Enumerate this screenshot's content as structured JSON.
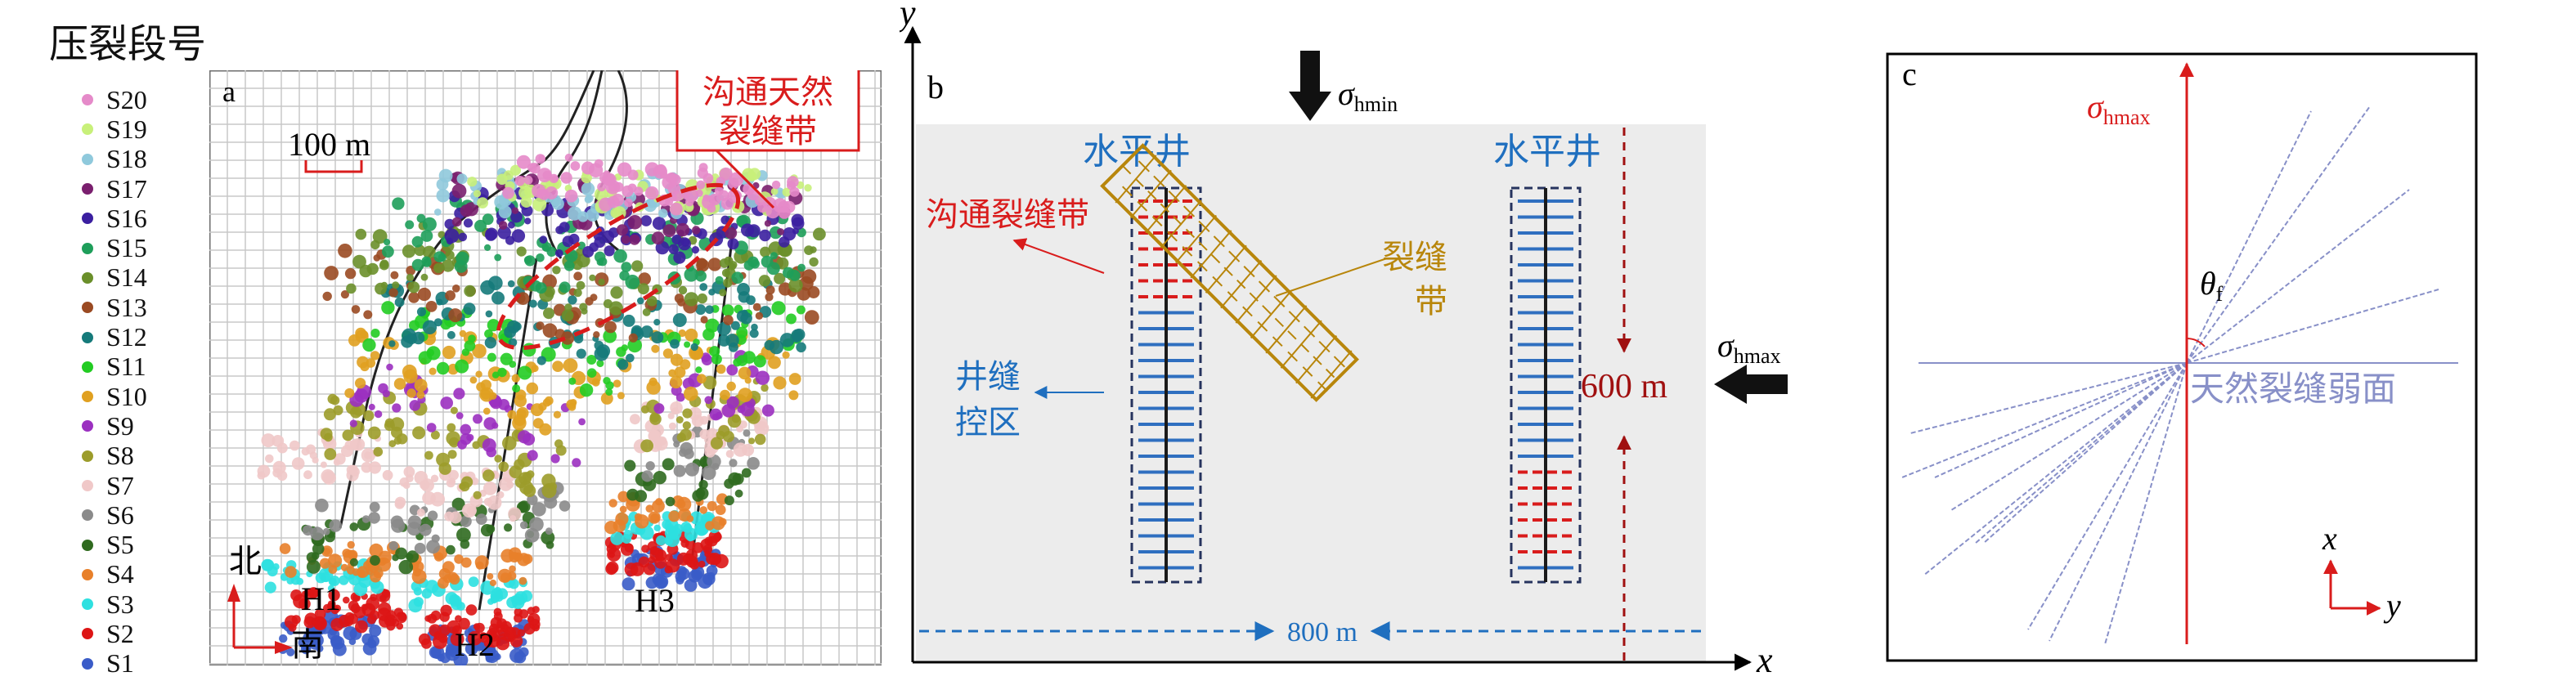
{
  "legend": {
    "title": "压裂段号",
    "items": [
      {
        "label": "S20",
        "color": "#e58ac9"
      },
      {
        "label": "S19",
        "color": "#c8f07a"
      },
      {
        "label": "S18",
        "color": "#8fc9dc"
      },
      {
        "label": "S17",
        "color": "#7a1f6e"
      },
      {
        "label": "S16",
        "color": "#3b1fa0"
      },
      {
        "label": "S15",
        "color": "#1e9e5a"
      },
      {
        "label": "S14",
        "color": "#6a8f2a"
      },
      {
        "label": "S13",
        "color": "#9a4a22"
      },
      {
        "label": "S12",
        "color": "#157a7a"
      },
      {
        "label": "S11",
        "color": "#22cc22"
      },
      {
        "label": "S10",
        "color": "#e0a020"
      },
      {
        "label": "S9",
        "color": "#9b30c0"
      },
      {
        "label": "S8",
        "color": "#9c9c2a"
      },
      {
        "label": "S7",
        "color": "#f0c8c8"
      },
      {
        "label": "S6",
        "color": "#8a8a8a"
      },
      {
        "label": "S5",
        "color": "#2f6a1f"
      },
      {
        "label": "S4",
        "color": "#e8802a"
      },
      {
        "label": "S3",
        "color": "#2ee0e0"
      },
      {
        "label": "S2",
        "color": "#dd1515"
      },
      {
        "label": "S1",
        "color": "#3a5cc8"
      }
    ]
  },
  "panel_a": {
    "label": "a",
    "scale_bar": "100 m",
    "callout": [
      "沟通天然",
      "裂缝带"
    ],
    "wells": [
      "H1",
      "H2",
      "H3"
    ],
    "compass_north": "北",
    "compass_south": "南"
  },
  "panel_b": {
    "label": "b",
    "axis_x": "x",
    "axis_y": "y",
    "sigma_hmin": "σ",
    "sigma_hmin_sub": "hmin",
    "sigma_hmax": "σ",
    "sigma_hmax_sub": "hmax",
    "well_left": "水平井",
    "well_right": "水平井",
    "connect_zone": "沟通裂缝带",
    "fracture_zone_1": "裂缝",
    "fracture_zone_2": "带",
    "well_control_1": "井缝",
    "well_control_2": "控区",
    "dist_600": "600 m",
    "dist_800": "800 m"
  },
  "panel_c": {
    "label": "c",
    "sigma": "σ",
    "sigma_sub": "hmax",
    "theta": "θ",
    "theta_sub": "f",
    "weak_plane": "天然裂缝弱面",
    "axis_x": "x",
    "axis_y": "y"
  },
  "colors": {
    "red": "#d91c1c",
    "blue": "#1f6fbf",
    "dark_red": "#a01010",
    "gold": "#b8860b",
    "navy": "#26335e",
    "lavender": "#8890c8"
  }
}
